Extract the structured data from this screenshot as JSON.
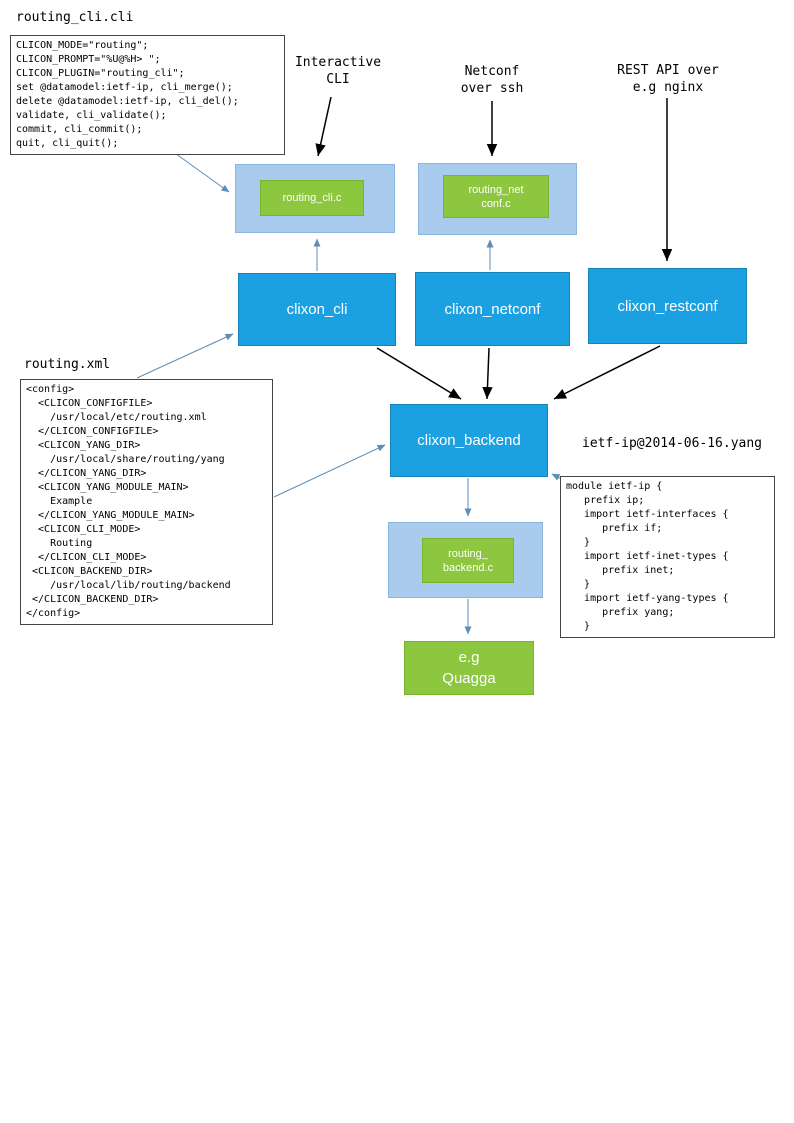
{
  "colors": {
    "node_blue": "#1ba1e2",
    "panel_light_blue": "#a8cbee",
    "green": "#8dc63f",
    "arrow_blue": "#5f8db6",
    "arrow_black": "#000000"
  },
  "annotations": {
    "interactive_cli": "Interactive\nCLI",
    "netconf_over_ssh": "Netconf\nover ssh",
    "rest_api": "REST API over\ne.g nginx"
  },
  "files": {
    "cli_spec": {
      "title": "routing_cli.cli",
      "code": [
        "CLICON_MODE=\"routing\";",
        "CLICON_PROMPT=\"%U@%H> \";",
        "CLICON_PLUGIN=\"routing_cli\";",
        "set @datamodel:ietf-ip, cli_merge();",
        "delete @datamodel:ietf-ip, cli_del();",
        "validate, cli_validate();",
        "commit, cli_commit();",
        "quit, cli_quit();"
      ]
    },
    "config_xml": {
      "title": "routing.xml",
      "code": [
        "<config>",
        "  <CLICON_CONFIGFILE>",
        "    /usr/local/etc/routing.xml",
        "  </CLICON_CONFIGFILE>",
        "  <CLICON_YANG_DIR>",
        "    /usr/local/share/routing/yang",
        "  </CLICON_YANG_DIR>",
        "  <CLICON_YANG_MODULE_MAIN>",
        "    Example",
        "  </CLICON_YANG_MODULE_MAIN>",
        "  <CLICON_CLI_MODE>",
        "    Routing",
        "  </CLICON_CLI_MODE>",
        " <CLICON_BACKEND_DIR>",
        "    /usr/local/lib/routing/backend",
        " </CLICON_BACKEND_DIR>",
        "</config>"
      ]
    },
    "yang_module": {
      "title": "ietf-ip@2014-06-16.yang",
      "code": [
        "module ietf-ip {",
        "   prefix ip;",
        "   import ietf-interfaces {",
        "      prefix if;",
        "   }",
        "   import ietf-inet-types {",
        "      prefix inet;",
        "   }",
        "   import ietf-yang-types {",
        "      prefix yang;",
        "   }"
      ]
    }
  },
  "nodes": {
    "routing_cli_c": "routing_cli.c",
    "routing_netconf_c": "routing_net\nconf.c",
    "clixon_cli": "clixon_cli",
    "clixon_netconf": "clixon_netconf",
    "clixon_restconf": "clixon_restconf",
    "clixon_backend": "clixon_backend",
    "routing_backend_c": "routing_\nbackend.c",
    "quagga": "e.g\nQuagga"
  }
}
